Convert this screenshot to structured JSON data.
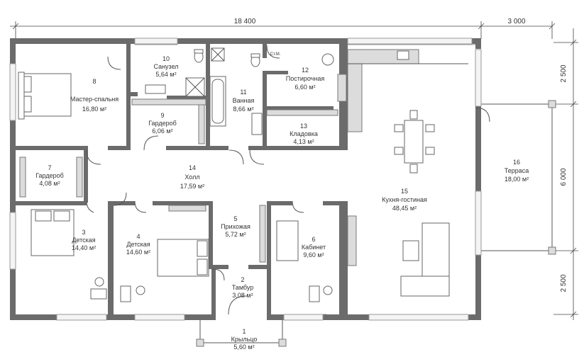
{
  "dimensions": {
    "top_total": "18 400",
    "top_terrace": "3 000",
    "right_top": "2 500",
    "right_mid": "6 000",
    "right_bottom": "2 500"
  },
  "closet_label": "Ст.М.",
  "area_unit": "м²",
  "rooms": [
    {
      "num": "1",
      "name": "Крыльцо",
      "area": "5,60 м²"
    },
    {
      "num": "2",
      "name": "Тамбур",
      "area": "3,08 м²"
    },
    {
      "num": "3",
      "name": "Детская",
      "area": "14,40 м²"
    },
    {
      "num": "4",
      "name": "Детская",
      "area": "14,60 м²"
    },
    {
      "num": "5",
      "name": "Прихожая",
      "area": "5,72 м²"
    },
    {
      "num": "6",
      "name": "Кабинет",
      "area": "9,60 м²"
    },
    {
      "num": "7",
      "name": "Гардероб",
      "area": "4,08 м²"
    },
    {
      "num": "8",
      "name": "Мастер-спальня",
      "area": "16,80 м²"
    },
    {
      "num": "9",
      "name": "Гардероб",
      "area": "6,06 м²"
    },
    {
      "num": "10",
      "name": "Санузел",
      "area": "5,64 м²"
    },
    {
      "num": "11",
      "name": "Ванная",
      "area": "8,66 м²"
    },
    {
      "num": "12",
      "name": "Постирочная",
      "area": "6,60 м²"
    },
    {
      "num": "13",
      "name": "Кладовка",
      "area": "4,13 м²"
    },
    {
      "num": "14",
      "name": "Холл",
      "area": "17,59 м²"
    },
    {
      "num": "15",
      "name": "Кухня-гостиная",
      "area": "48,45 м²"
    },
    {
      "num": "16",
      "name": "Терраса",
      "area": "18,00 м²"
    }
  ]
}
